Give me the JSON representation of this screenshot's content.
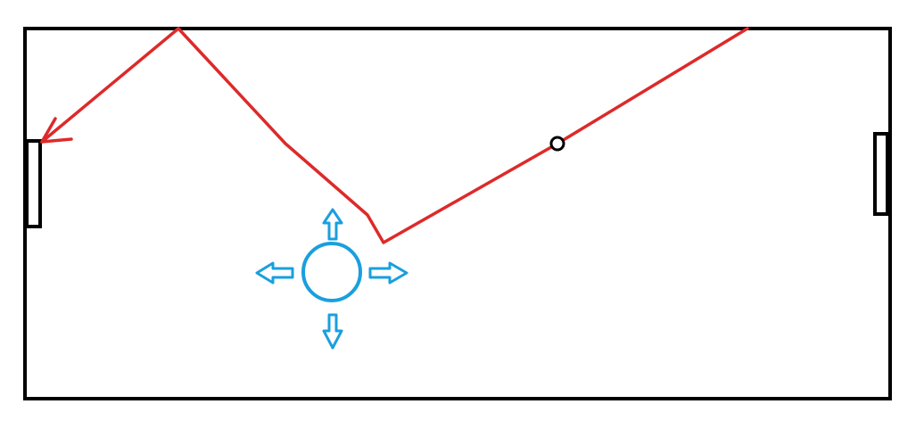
{
  "colors": {
    "background": "#ffffff",
    "field_outline": "#000000",
    "trajectory": "#dd2a2a",
    "player": "#1a9fde",
    "ball": "#000000"
  },
  "elements": {
    "field": "field-boundary",
    "left_goal": "goal-left",
    "right_goal": "goal-right",
    "ball": "ball",
    "trajectory": "ball-trajectory",
    "player": "player-circle",
    "movement_arrows": [
      "arrow-up-icon",
      "arrow-down-icon",
      "arrow-left-icon",
      "arrow-right-icon"
    ]
  }
}
